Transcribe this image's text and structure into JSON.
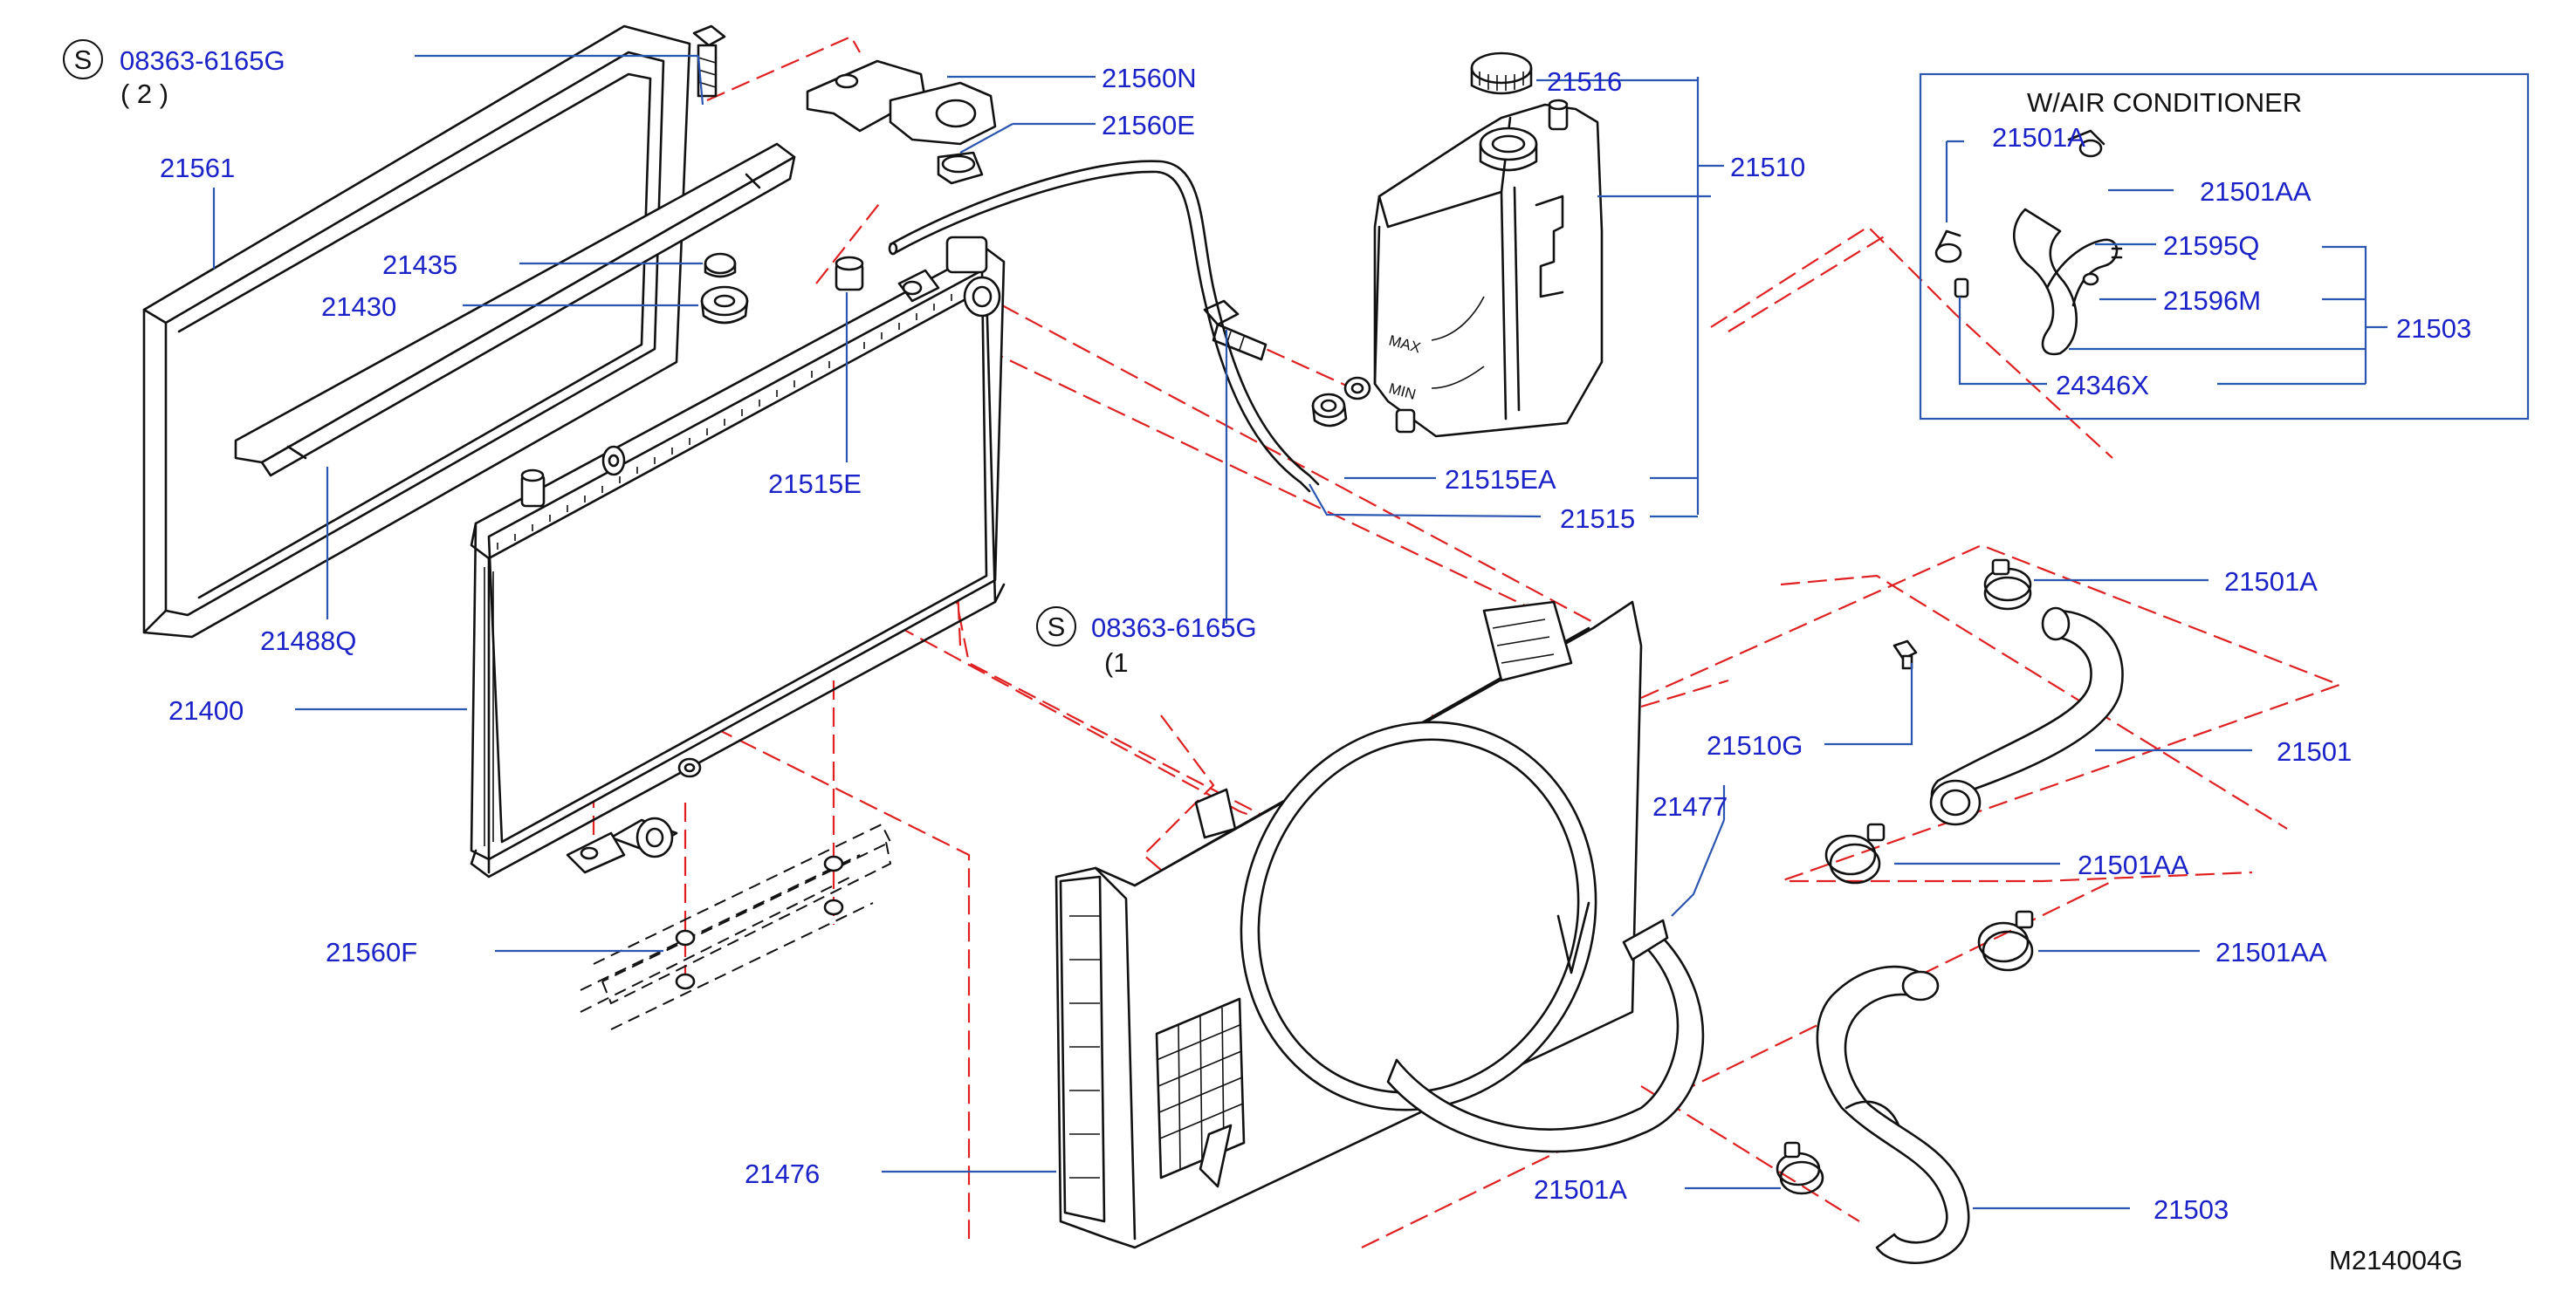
{
  "diagram_code": "M214004G",
  "inset": {
    "title": "W/AIR   CONDITIONER"
  },
  "bolt_top": {
    "symbol": "S",
    "part": "08363-6165G",
    "qty": "( 2 )"
  },
  "bolt_mid": {
    "symbol": "S",
    "part": "08363-6165G",
    "qty": "(1"
  },
  "labels": {
    "p21560N": "21560N",
    "p21560E": "21560E",
    "p21516": "21516",
    "p21510": "21510",
    "p21561": "21561",
    "p21435": "21435",
    "p21430": "21430",
    "p21515E": "21515E",
    "p21515EA": "21515EA",
    "p21515": "21515",
    "p21488Q": "21488Q",
    "p21400": "21400",
    "p21560F": "21560F",
    "p21476": "21476",
    "p21477": "21477",
    "p21510G": "21510G",
    "p21501A_main": "21501A",
    "p21501": "21501",
    "p21501AA_a": "21501AA",
    "p21501AA_b": "21501AA",
    "p21501A_low": "21501A",
    "p21503_low": "21503",
    "inset_21501A": "21501A",
    "inset_21501AA": "21501AA",
    "inset_21595Q": "21595Q",
    "inset_21596M": "21596M",
    "inset_21503": "21503",
    "inset_24346X": "24346X"
  }
}
